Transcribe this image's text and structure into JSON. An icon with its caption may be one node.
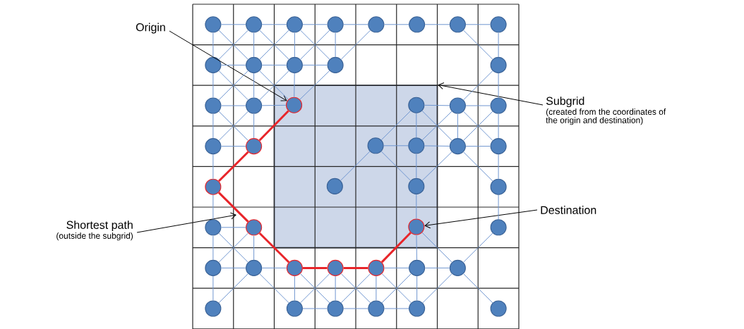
{
  "diagram": {
    "nodes": [
      {
        "text": [
          "Origin"
        ]
      },
      {
        "text": [
          "Subgrid",
          "(created from the coordinates of the origin and destination)"
        ]
      },
      {
        "text": [
          "Shortest path",
          "(outside the subgrid)"
        ]
      },
      {
        "text": [
          "Destination"
        ]
      },
      {
        "text": [],
        "shape": "box"
      },
      {
        "text": [],
        "shape": "circle"
      },
      {
        "text": [],
        "shape": "circle"
      },
      {
        "text": [],
        "shape": "circle"
      },
      {
        "text": [],
        "shape": "circle"
      },
      {
        "text": [],
        "shape": "circle"
      },
      {
        "text": [],
        "shape": "circle"
      },
      {
        "text": [],
        "shape": "circle"
      },
      {
        "text": [],
        "shape": "circle"
      },
      {
        "text": [],
        "shape": "circle"
      },
      {
        "text": [],
        "shape": "circle"
      },
      {
        "text": [],
        "shape": "circle"
      },
      {
        "text": [],
        "shape": "circle"
      },
      {
        "text": [],
        "shape": "circle"
      },
      {
        "text": [],
        "shape": "circle"
      },
      {
        "text": [],
        "shape": "circle"
      },
      {
        "text": [],
        "shape": "circle",
        "in": 4
      },
      {
        "text": [],
        "shape": "circle",
        "in": 4
      },
      {
        "text": [],
        "shape": "circle"
      },
      {
        "text": [],
        "shape": "circle"
      },
      {
        "text": [],
        "shape": "circle"
      },
      {
        "text": [],
        "shape": "circle"
      },
      {
        "text": [],
        "shape": "circle",
        "in": 4
      },
      {
        "text": [],
        "shape": "circle",
        "in": 4
      },
      {
        "text": [],
        "shape": "circle"
      },
      {
        "text": [],
        "shape": "circle"
      },
      {
        "text": [],
        "shape": "circle"
      },
      {
        "text": [],
        "shape": "circle",
        "in": 4
      },
      {
        "text": [],
        "shape": "circle",
        "in": 4
      },
      {
        "text": [],
        "shape": "circle"
      },
      {
        "text": [],
        "shape": "circle"
      },
      {
        "text": [],
        "shape": "circle"
      },
      {
        "text": [],
        "shape": "circle",
        "in": 4
      },
      {
        "text": [],
        "shape": "circle"
      },
      {
        "text": [],
        "shape": "circle"
      },
      {
        "text": [],
        "shape": "circle"
      },
      {
        "text": [],
        "shape": "circle"
      },
      {
        "text": [],
        "shape": "circle"
      },
      {
        "text": [],
        "shape": "circle"
      },
      {
        "text": [],
        "shape": "circle"
      },
      {
        "text": [],
        "shape": "circle"
      },
      {
        "text": [],
        "shape": "circle"
      },
      {
        "text": [],
        "shape": "circle"
      },
      {
        "text": [],
        "shape": "circle"
      },
      {
        "text": [],
        "shape": "circle"
      },
      {
        "text": [],
        "shape": "circle"
      },
      {
        "text": [],
        "shape": "circle"
      }
    ],
    "edges": [
      {
        "from": 0,
        "to": 20,
        "arrow": "to",
        "color": "#000000"
      },
      {
        "from": 1,
        "to": 4,
        "arrow": "to",
        "color": "#000000"
      },
      {
        "from": 2,
        "to": null,
        "arrow": "to",
        "color": "#000000"
      },
      {
        "from": 3,
        "to": 36,
        "arrow": "to",
        "color": "#000000"
      },
      {
        "from": 5,
        "to": 6,
        "arrow": "none"
      },
      {
        "from": 5,
        "to": 13,
        "arrow": "none"
      },
      {
        "from": 5,
        "to": 14,
        "arrow": "none"
      },
      {
        "from": 6,
        "to": 7,
        "arrow": "none"
      },
      {
        "from": 6,
        "to": 14,
        "arrow": "none"
      },
      {
        "from": 6,
        "to": 15,
        "arrow": "none"
      },
      {
        "from": 6,
        "to": 13,
        "arrow": "none"
      },
      {
        "from": 7,
        "to": 8,
        "arrow": "none"
      },
      {
        "from": 7,
        "to": 15,
        "arrow": "none"
      },
      {
        "from": 7,
        "to": 16,
        "arrow": "none"
      },
      {
        "from": 7,
        "to": 14,
        "arrow": "none"
      },
      {
        "from": 8,
        "to": 9,
        "arrow": "none"
      },
      {
        "from": 8,
        "to": 16,
        "arrow": "none"
      },
      {
        "from": 8,
        "to": 15,
        "arrow": "none"
      },
      {
        "from": 9,
        "to": 10,
        "arrow": "none"
      },
      {
        "from": 9,
        "to": 16,
        "arrow": "none"
      },
      {
        "from": 10,
        "to": 11,
        "arrow": "none"
      },
      {
        "from": 11,
        "to": 12,
        "arrow": "none"
      },
      {
        "from": 11,
        "to": 17,
        "arrow": "none"
      },
      {
        "from": 12,
        "to": 17,
        "arrow": "none"
      },
      {
        "from": 13,
        "to": 14,
        "arrow": "none"
      },
      {
        "from": 13,
        "to": 18,
        "arrow": "none"
      },
      {
        "from": 13,
        "to": 19,
        "arrow": "none"
      },
      {
        "from": 14,
        "to": 15,
        "arrow": "none"
      },
      {
        "from": 14,
        "to": 19,
        "arrow": "none"
      },
      {
        "from": 14,
        "to": 20,
        "arrow": "none"
      },
      {
        "from": 14,
        "to": 18,
        "arrow": "none"
      },
      {
        "from": 15,
        "to": 16,
        "arrow": "none"
      },
      {
        "from": 15,
        "to": 20,
        "arrow": "none"
      },
      {
        "from": 15,
        "to": 19,
        "arrow": "none"
      },
      {
        "from": 16,
        "to": 20,
        "arrow": "none"
      },
      {
        "from": 17,
        "to": 23,
        "arrow": "none"
      },
      {
        "from": 17,
        "to": 22,
        "arrow": "none"
      },
      {
        "from": 18,
        "to": 19,
        "arrow": "none"
      },
      {
        "from": 18,
        "to": 24,
        "arrow": "none"
      },
      {
        "from": 18,
        "to": 25,
        "arrow": "none"
      },
      {
        "from": 19,
        "to": 20,
        "arrow": "none"
      },
      {
        "from": 19,
        "to": 25,
        "arrow": "none"
      },
      {
        "from": 19,
        "to": 24,
        "arrow": "none"
      },
      {
        "from": 20,
        "to": 25,
        "arrow": "none",
        "style": "thick",
        "color": "#e8252a"
      },
      {
        "from": 21,
        "to": 22,
        "arrow": "none"
      },
      {
        "from": 21,
        "to": 27,
        "arrow": "none"
      },
      {
        "from": 21,
        "to": 28,
        "arrow": "none"
      },
      {
        "from": 21,
        "to": 26,
        "arrow": "none"
      },
      {
        "from": 22,
        "to": 23,
        "arrow": "none"
      },
      {
        "from": 22,
        "to": 28,
        "arrow": "none"
      },
      {
        "from": 22,
        "to": 29,
        "arrow": "none"
      },
      {
        "from": 22,
        "to": 27,
        "arrow": "none"
      },
      {
        "from": 23,
        "to": 29,
        "arrow": "none"
      },
      {
        "from": 23,
        "to": 28,
        "arrow": "none"
      },
      {
        "from": 24,
        "to": 25,
        "arrow": "none"
      },
      {
        "from": 24,
        "to": 30,
        "arrow": "none"
      },
      {
        "from": 25,
        "to": 30,
        "arrow": "none",
        "style": "thick",
        "color": "#e8252a"
      },
      {
        "from": 26,
        "to": 27,
        "arrow": "none"
      },
      {
        "from": 26,
        "to": 32,
        "arrow": "none"
      },
      {
        "from": 26,
        "to": 31,
        "arrow": "none"
      },
      {
        "from": 27,
        "to": 28,
        "arrow": "none"
      },
      {
        "from": 27,
        "to": 32,
        "arrow": "none"
      },
      {
        "from": 28,
        "to": 29,
        "arrow": "none"
      },
      {
        "from": 28,
        "to": 33,
        "arrow": "none"
      },
      {
        "from": 28,
        "to": 32,
        "arrow": "none"
      },
      {
        "from": 29,
        "to": 33,
        "arrow": "none"
      },
      {
        "from": 30,
        "to": 34,
        "arrow": "none"
      },
      {
        "from": 30,
        "to": 35,
        "arrow": "none",
        "style": "thick",
        "color": "#e8252a"
      },
      {
        "from": 32,
        "to": 36,
        "arrow": "none"
      },
      {
        "from": 33,
        "to": 37,
        "arrow": "none"
      },
      {
        "from": 34,
        "to": 35,
        "arrow": "none"
      },
      {
        "from": 34,
        "to": 38,
        "arrow": "none"
      },
      {
        "from": 34,
        "to": 39,
        "arrow": "none"
      },
      {
        "from": 35,
        "to": 39,
        "arrow": "none"
      },
      {
        "from": 35,
        "to": 40,
        "arrow": "none",
        "style": "thick",
        "color": "#e8252a"
      },
      {
        "from": 35,
        "to": 38,
        "arrow": "none"
      },
      {
        "from": 36,
        "to": 43,
        "arrow": "none"
      },
      {
        "from": 36,
        "to": 44,
        "arrow": "none"
      },
      {
        "from": 36,
        "to": 42,
        "arrow": "none",
        "style": "thick",
        "color": "#e8252a"
      },
      {
        "from": 37,
        "to": 44,
        "arrow": "none"
      },
      {
        "from": 38,
        "to": 39,
        "arrow": "none"
      },
      {
        "from": 38,
        "to": 45,
        "arrow": "none"
      },
      {
        "from": 39,
        "to": 40,
        "arrow": "none"
      },
      {
        "from": 39,
        "to": 46,
        "arrow": "none"
      },
      {
        "from": 39,
        "to": 45,
        "arrow": "none"
      },
      {
        "from": 40,
        "to": 41,
        "arrow": "none",
        "style": "thick",
        "color": "#e8252a"
      },
      {
        "from": 40,
        "to": 46,
        "arrow": "none"
      },
      {
        "from": 40,
        "to": 47,
        "arrow": "none"
      },
      {
        "from": 41,
        "to": 42,
        "arrow": "none",
        "style": "thick",
        "color": "#e8252a"
      },
      {
        "from": 41,
        "to": 47,
        "arrow": "none"
      },
      {
        "from": 41,
        "to": 48,
        "arrow": "none"
      },
      {
        "from": 41,
        "to": 46,
        "arrow": "none"
      },
      {
        "from": 42,
        "to": 43,
        "arrow": "none"
      },
      {
        "from": 42,
        "to": 48,
        "arrow": "none"
      },
      {
        "from": 42,
        "to": 49,
        "arrow": "none"
      },
      {
        "from": 42,
        "to": 47,
        "arrow": "none"
      },
      {
        "from": 43,
        "to": 44,
        "arrow": "none"
      },
      {
        "from": 43,
        "to": 49,
        "arrow": "none"
      },
      {
        "from": 43,
        "to": 48,
        "arrow": "none"
      },
      {
        "from": 44,
        "to": 50,
        "arrow": "none"
      },
      {
        "from": 44,
        "to": 49,
        "arrow": "none"
      },
      {
        "from": 46,
        "to": 47,
        "arrow": "none"
      },
      {
        "from": 47,
        "to": 48,
        "arrow": "none"
      },
      {
        "from": 48,
        "to": 49,
        "arrow": "none"
      }
    ]
  }
}
